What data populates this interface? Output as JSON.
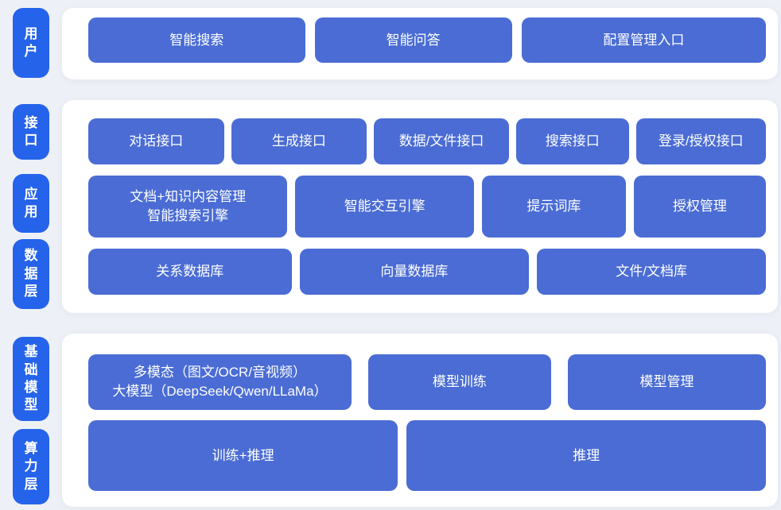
{
  "colors": {
    "background": "#edf0f6",
    "panel": "#ffffff",
    "layer_label_blue": "#2563eb",
    "node_blue": "#4a6cd4",
    "text": "#ffffff"
  },
  "sections": [
    {
      "name": "user-layer",
      "labels": [
        "用户"
      ],
      "rows": [
        {
          "buttons": [
            "智能搜索",
            "智能问答",
            "配置管理入口"
          ]
        }
      ]
    },
    {
      "name": "middle-layers",
      "labels": [
        "接口",
        "应用",
        "数据层"
      ],
      "rows": [
        {
          "buttons": [
            "对话接口",
            "生成接口",
            "数据/文件接口",
            "搜索接口",
            "登录/授权接口"
          ]
        },
        {
          "buttons": [
            "文档+知识内容管理\n智能搜索引擎",
            "智能交互引擎",
            "提示词库",
            "授权管理"
          ]
        },
        {
          "buttons": [
            "关系数据库",
            "向量数据库",
            "文件/文档库"
          ]
        }
      ]
    },
    {
      "name": "bottom-layers",
      "labels": [
        "基础模型",
        "算力层"
      ],
      "rows": [
        {
          "buttons": [
            "多模态（图文/OCR/音视频）\n大模型（DeepSeek/Qwen/LLaMa）",
            "模型训练",
            "模型管理"
          ]
        },
        {
          "buttons": [
            "训练+推理",
            "推理"
          ]
        }
      ]
    }
  ]
}
